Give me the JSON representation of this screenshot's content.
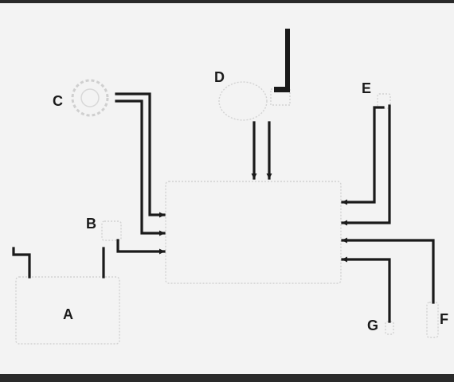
{
  "labels": {
    "a": "A",
    "b": "B",
    "c": "C",
    "d": "D",
    "e": "E",
    "f": "F",
    "g": "G"
  },
  "colors": {
    "paper": "#f3f3f3",
    "frame": "#2a2a2a",
    "ink": "#1a1a1a",
    "outline": "#d2d2d2"
  }
}
